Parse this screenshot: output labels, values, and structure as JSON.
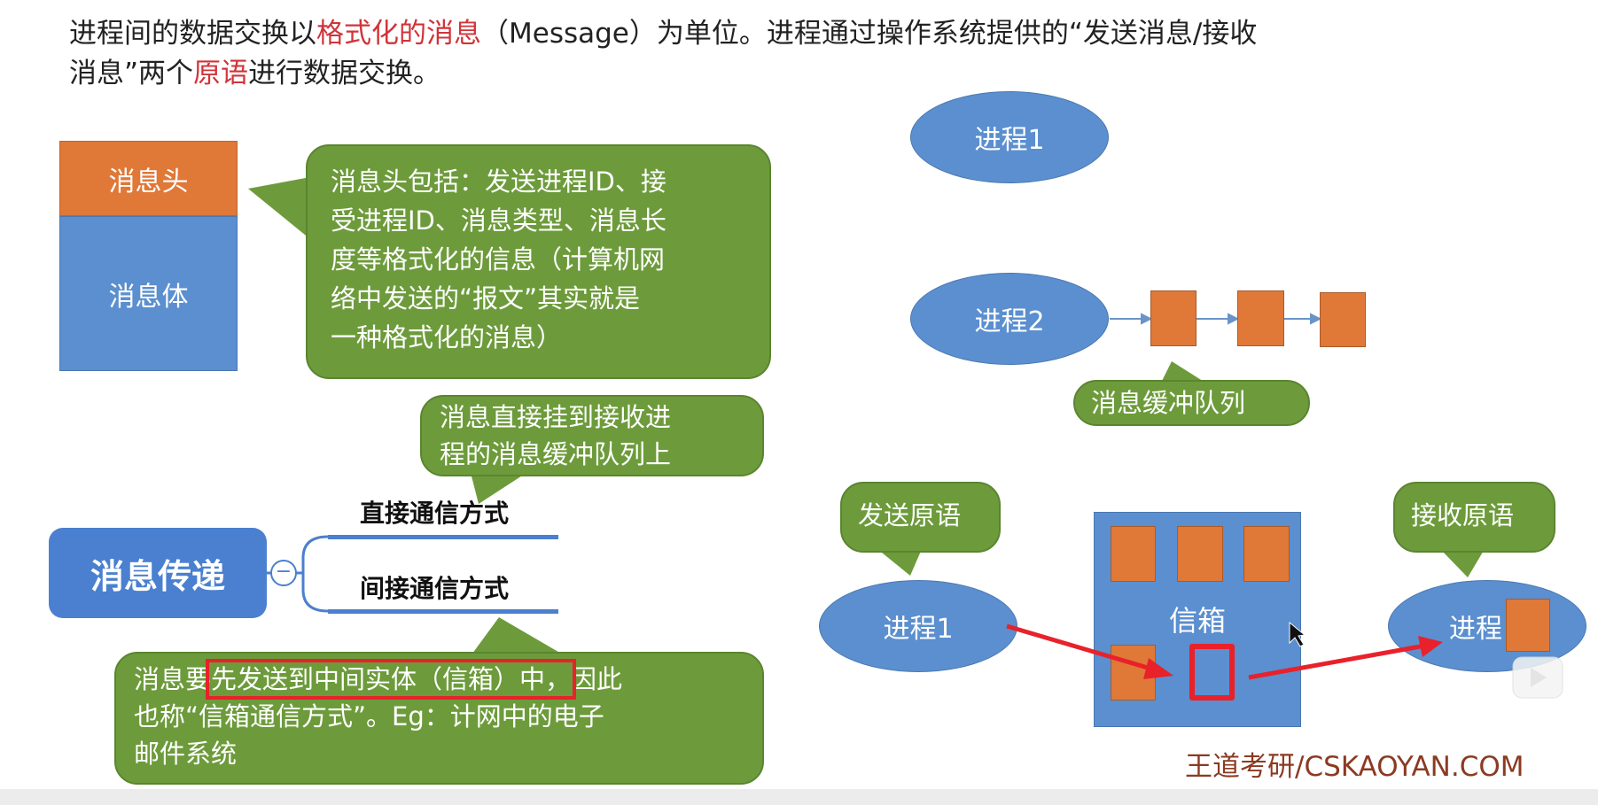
{
  "intro": {
    "part1": "进程间的数据交换以",
    "highlight1": "格式化的消息",
    "part2": "（Message）为单位。进程通过操作系统提供的“发送消息/接收",
    "part3": "消息”两个",
    "highlight2": "原语",
    "part4": "进行数据交换。"
  },
  "message": {
    "header": "消息头",
    "body": "消息体"
  },
  "callout_header": [
    "消息头包括：发送进程ID、接",
    "受进程ID、消息类型、消息长",
    "度等格式化的信息（计算机网",
    "络中发送的“报文”其实就是",
    "一种格式化的消息）"
  ],
  "callout_direct": [
    "消息直接挂到接收进",
    "程的消息缓冲队列上"
  ],
  "mindmap": {
    "root": "消息传递",
    "branches": [
      "直接通信方式",
      "间接通信方式"
    ]
  },
  "callout_indirect": {
    "line1_a": "消息要",
    "line1_b": "先发送到中间实体（信箱）中，",
    "line1_c": "因此",
    "line2": "也称“信箱通信方式”。Eg：计网中的电子",
    "line3": "邮件系统"
  },
  "diagram": {
    "process1": "进程1",
    "process2": "进程2",
    "queue_label": "消息缓冲队列",
    "send": "发送原语",
    "receive": "接收原语",
    "mailbox": "信箱",
    "sender": "进程1",
    "receiver": "进程"
  },
  "watermark": "王道考研/CSKAOYAN.COM",
  "colors": {
    "orange": "#e07838",
    "blue": "#5b8fcf",
    "green": "#6d9b3b",
    "red": "#e8212b"
  }
}
